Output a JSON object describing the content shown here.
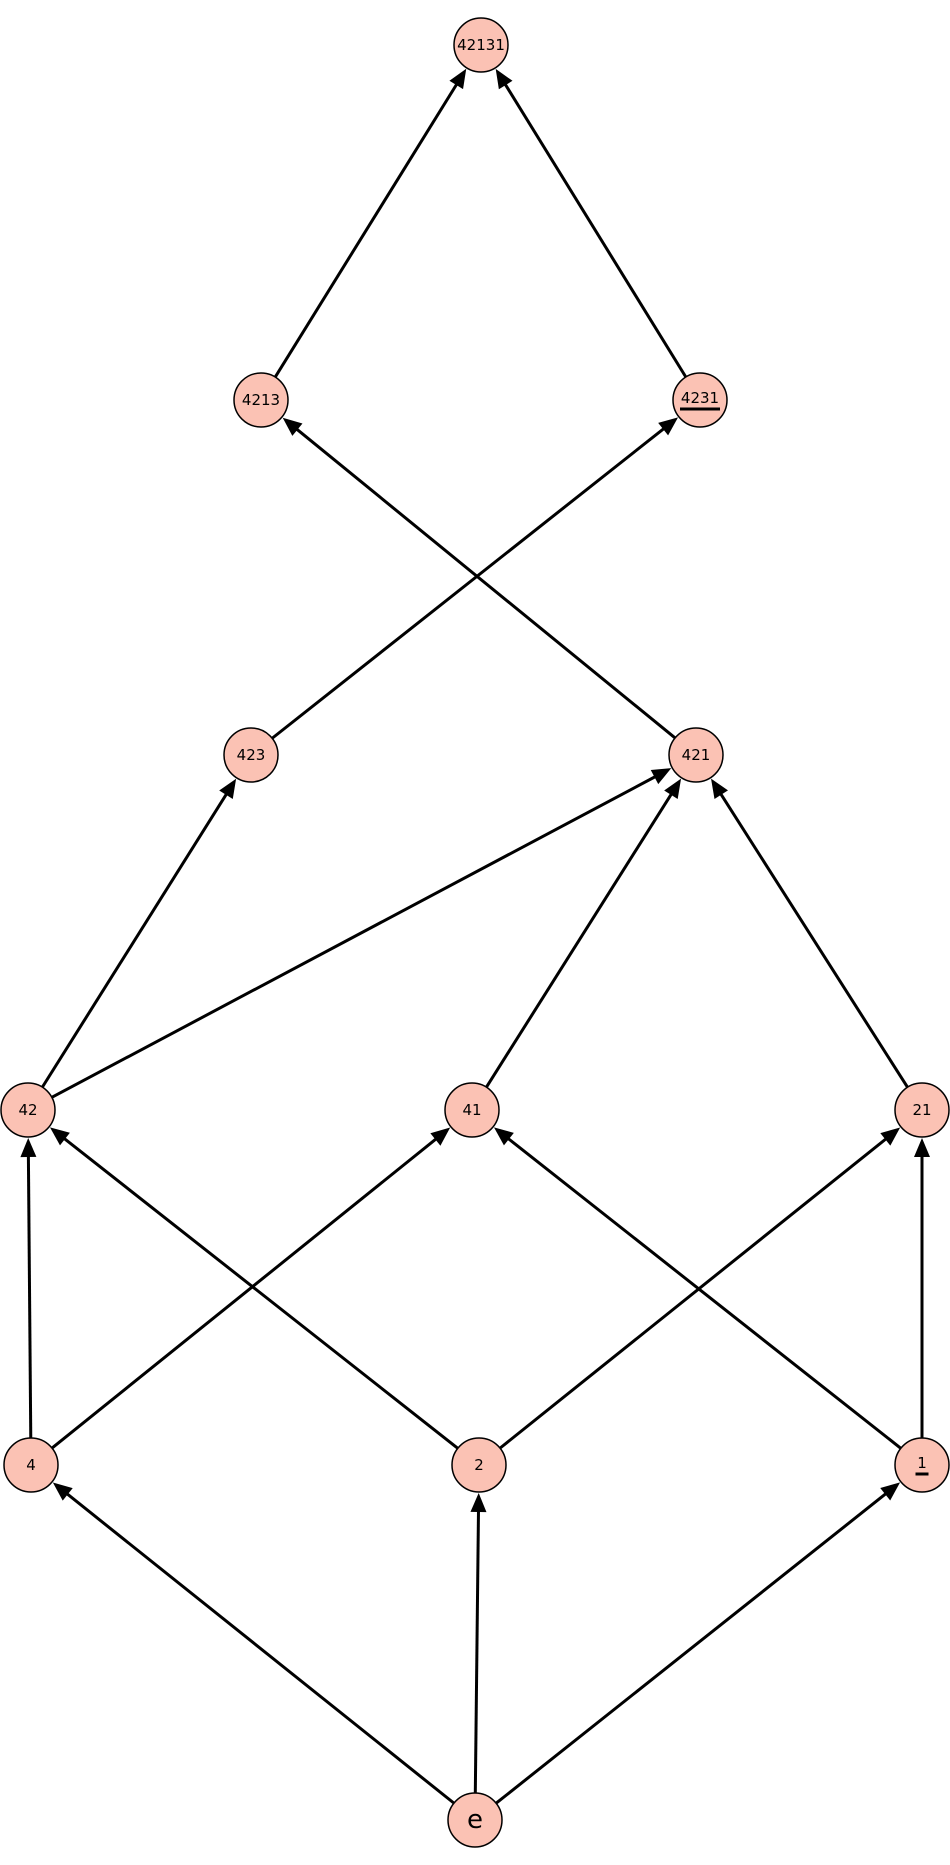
{
  "graph": {
    "nodes": [
      {
        "id": "42131",
        "label": "42131"
      },
      {
        "id": "4213",
        "label": "4213"
      },
      {
        "id": "4231",
        "label": "4231",
        "underlined": true
      },
      {
        "id": "423",
        "label": "423"
      },
      {
        "id": "421",
        "label": "421"
      },
      {
        "id": "42",
        "label": "42"
      },
      {
        "id": "41",
        "label": "41"
      },
      {
        "id": "21",
        "label": "21"
      },
      {
        "id": "4",
        "label": "4"
      },
      {
        "id": "2",
        "label": "2"
      },
      {
        "id": "1",
        "label": "1",
        "underlined": true
      },
      {
        "id": "e",
        "label": "e"
      }
    ],
    "edges": [
      {
        "from": "4213",
        "to": "42131"
      },
      {
        "from": "4231",
        "to": "42131"
      },
      {
        "from": "421",
        "to": "4213"
      },
      {
        "from": "423",
        "to": "4231"
      },
      {
        "from": "42",
        "to": "423"
      },
      {
        "from": "42",
        "to": "421"
      },
      {
        "from": "41",
        "to": "421"
      },
      {
        "from": "21",
        "to": "421"
      },
      {
        "from": "4",
        "to": "42"
      },
      {
        "from": "4",
        "to": "41"
      },
      {
        "from": "2",
        "to": "42"
      },
      {
        "from": "2",
        "to": "21"
      },
      {
        "from": "1",
        "to": "41"
      },
      {
        "from": "1",
        "to": "21"
      },
      {
        "from": "e",
        "to": "4"
      },
      {
        "from": "e",
        "to": "2"
      },
      {
        "from": "e",
        "to": "1"
      }
    ],
    "colors": {
      "node_fill": "#fbc2b4",
      "stroke": "#000000"
    }
  }
}
